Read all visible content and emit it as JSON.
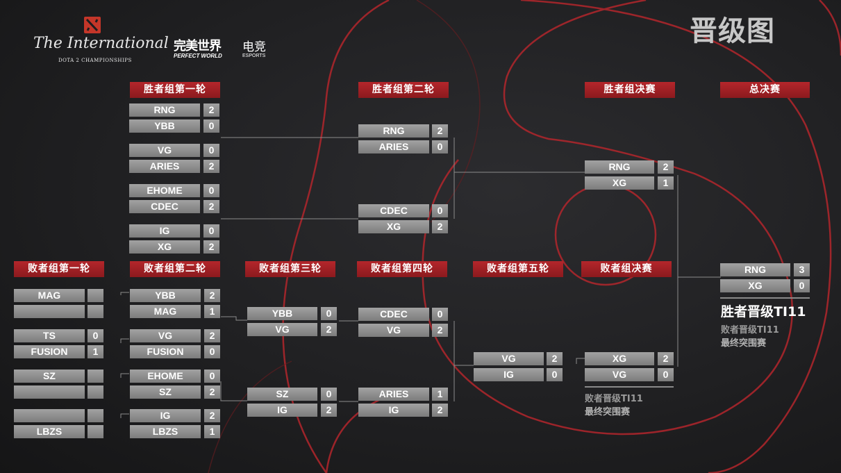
{
  "title": "晋级图",
  "logos": {
    "dota_mark": "dota2-logo-icon",
    "ti_wordmark": "The International",
    "ti_sub": "DOTA 2 CHAMPIONSHIPS",
    "pw_cn": "完美世界",
    "pw_en": "PERFECT WORLD",
    "esports_cn": "电竞",
    "esports_en": "ESPORTS"
  },
  "headers": {
    "wb_r1": "胜者组第一轮",
    "wb_r2": "胜者组第二轮",
    "wb_final": "胜者组决赛",
    "grand_final": "总决赛",
    "lb_r1": "败者组第一轮",
    "lb_r2": "败者组第二轮",
    "lb_r3": "败者组第三轮",
    "lb_r4": "败者组第四轮",
    "lb_r5": "败者组第五轮",
    "lb_final": "败者组决赛"
  },
  "matches": {
    "wb_r1_m1": [
      {
        "team": "RNG",
        "score": "2"
      },
      {
        "team": "YBB",
        "score": "0"
      }
    ],
    "wb_r1_m2": [
      {
        "team": "VG",
        "score": "0"
      },
      {
        "team": "ARIES",
        "score": "2"
      }
    ],
    "wb_r1_m3": [
      {
        "team": "EHOME",
        "score": "0"
      },
      {
        "team": "CDEC",
        "score": "2"
      }
    ],
    "wb_r1_m4": [
      {
        "team": "IG",
        "score": "0"
      },
      {
        "team": "XG",
        "score": "2"
      }
    ],
    "wb_r2_m1": [
      {
        "team": "RNG",
        "score": "2"
      },
      {
        "team": "ARIES",
        "score": "0"
      }
    ],
    "wb_r2_m2": [
      {
        "team": "CDEC",
        "score": "0"
      },
      {
        "team": "XG",
        "score": "2"
      }
    ],
    "wb_final": [
      {
        "team": "RNG",
        "score": "2"
      },
      {
        "team": "XG",
        "score": "1"
      }
    ],
    "grand_final": [
      {
        "team": "RNG",
        "score": "3"
      },
      {
        "team": "XG",
        "score": "0"
      }
    ],
    "lb_r1_m1": [
      {
        "team": "MAG",
        "score": ""
      },
      {
        "team": "",
        "score": ""
      }
    ],
    "lb_r1_m2": [
      {
        "team": "TS",
        "score": "0"
      },
      {
        "team": "FUSION",
        "score": "1"
      }
    ],
    "lb_r1_m3": [
      {
        "team": "SZ",
        "score": ""
      },
      {
        "team": "",
        "score": ""
      }
    ],
    "lb_r1_m4": [
      {
        "team": "",
        "score": ""
      },
      {
        "team": "LBZS",
        "score": ""
      }
    ],
    "lb_r2_m1": [
      {
        "team": "YBB",
        "score": "2"
      },
      {
        "team": "MAG",
        "score": "1"
      }
    ],
    "lb_r2_m2": [
      {
        "team": "VG",
        "score": "2"
      },
      {
        "team": "FUSION",
        "score": "0"
      }
    ],
    "lb_r2_m3": [
      {
        "team": "EHOME",
        "score": "0"
      },
      {
        "team": "SZ",
        "score": "2"
      }
    ],
    "lb_r2_m4": [
      {
        "team": "IG",
        "score": "2"
      },
      {
        "team": "LBZS",
        "score": "1"
      }
    ],
    "lb_r3_m1": [
      {
        "team": "YBB",
        "score": "0"
      },
      {
        "team": "VG",
        "score": "2"
      }
    ],
    "lb_r3_m2": [
      {
        "team": "SZ",
        "score": "0"
      },
      {
        "team": "IG",
        "score": "2"
      }
    ],
    "lb_r4_m1": [
      {
        "team": "CDEC",
        "score": "0"
      },
      {
        "team": "VG",
        "score": "2"
      }
    ],
    "lb_r4_m2": [
      {
        "team": "ARIES",
        "score": "1"
      },
      {
        "team": "IG",
        "score": "2"
      }
    ],
    "lb_r5": [
      {
        "team": "VG",
        "score": "2"
      },
      {
        "team": "IG",
        "score": "0"
      }
    ],
    "lb_final": [
      {
        "team": "XG",
        "score": "2"
      },
      {
        "team": "VG",
        "score": "0"
      }
    ]
  },
  "notes": {
    "winner_qualify": "胜者晋级TI11",
    "loser_qualify_gf": "败者晋级TI11",
    "last_chance_gf": "最终突围赛",
    "loser_qualify_lbf": "败者晋级TI11",
    "last_chance_lbf": "最终突围赛"
  },
  "colors": {
    "header_red": "#a42228",
    "slot_gray": "#8e8e8e",
    "background": "#1d1d1f",
    "accent_line": "#c0282e"
  }
}
